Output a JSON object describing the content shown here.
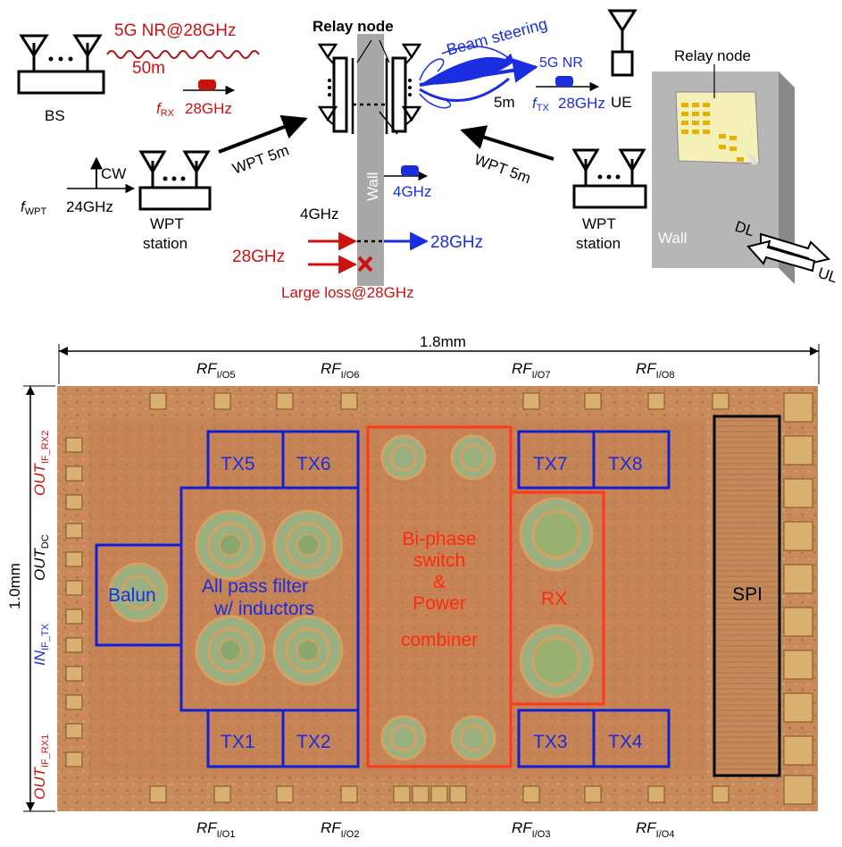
{
  "colors": {
    "red_label": "#cc1111",
    "blue_label": "#1a2ee0",
    "chip_background": "#c8895a",
    "red_box": "#ff3a1a",
    "blue_box": "#1020d8",
    "pad": "#d8b070"
  },
  "top": {
    "bs_label": "BS",
    "nr_label": "5G NR@28GHz",
    "dist_50m": "50m",
    "frx_f": "f",
    "frx_sub": "RX",
    "frx_freq": "28GHz",
    "cw_label": "CW",
    "fwpt_f": "f",
    "fwpt_sub": "WPT",
    "fwpt_freq": "24GHz",
    "wpt_station_l1": "WPT",
    "wpt_station_l2": "station",
    "wpt_5m_left": "WPT 5m",
    "relay_title": "Relay node",
    "beam_steering": "Beam steering",
    "dist_5m": "5m",
    "nr_right": "5G NR",
    "ftx_f": "f",
    "ftx_sub": "TX",
    "ftx_freq": "28GHz",
    "ue_label": "UE",
    "wpt_5m_right": "WPT 5m",
    "wall_label": "Wall",
    "if_4ghz": "4GHz",
    "wall_4ghz": "4GHz",
    "in_28": "28GHz",
    "out_28": "28GHz",
    "large_loss": "Large loss@28GHz",
    "relay_node_3d": "Relay node",
    "wall_3d": "Wall",
    "dl": "DL",
    "ul": "UL"
  },
  "chip": {
    "width_label": "1.8mm",
    "height_label": "1.0mm",
    "rf_main": "RF",
    "rf_top": [
      "I/O5",
      "I/O6",
      "I/O7",
      "I/O8"
    ],
    "rf_bottom": [
      "I/O1",
      "I/O2",
      "I/O3",
      "I/O4"
    ],
    "left_labels": [
      {
        "main": "OUT",
        "sub": "IF_RX2"
      },
      {
        "main": "OUT",
        "sub": "DC"
      },
      {
        "main": "IN",
        "sub": "IF_TX"
      },
      {
        "main": "OUT",
        "sub": "IF_RX1"
      }
    ],
    "blocks": {
      "tx5": "TX5",
      "tx6": "TX6",
      "tx7": "TX7",
      "tx8": "TX8",
      "tx1": "TX1",
      "tx2": "TX2",
      "tx3": "TX3",
      "tx4": "TX4",
      "balun": "Balun",
      "apf_l1": "All pass filter",
      "apf_l2": "w/ inductors",
      "bps_l1": "Bi-phase",
      "bps_l2": "switch",
      "bps_l3": "&",
      "bps_l4": "Power",
      "bps_l5": "combiner",
      "rx": "RX",
      "spi": "SPI"
    }
  }
}
